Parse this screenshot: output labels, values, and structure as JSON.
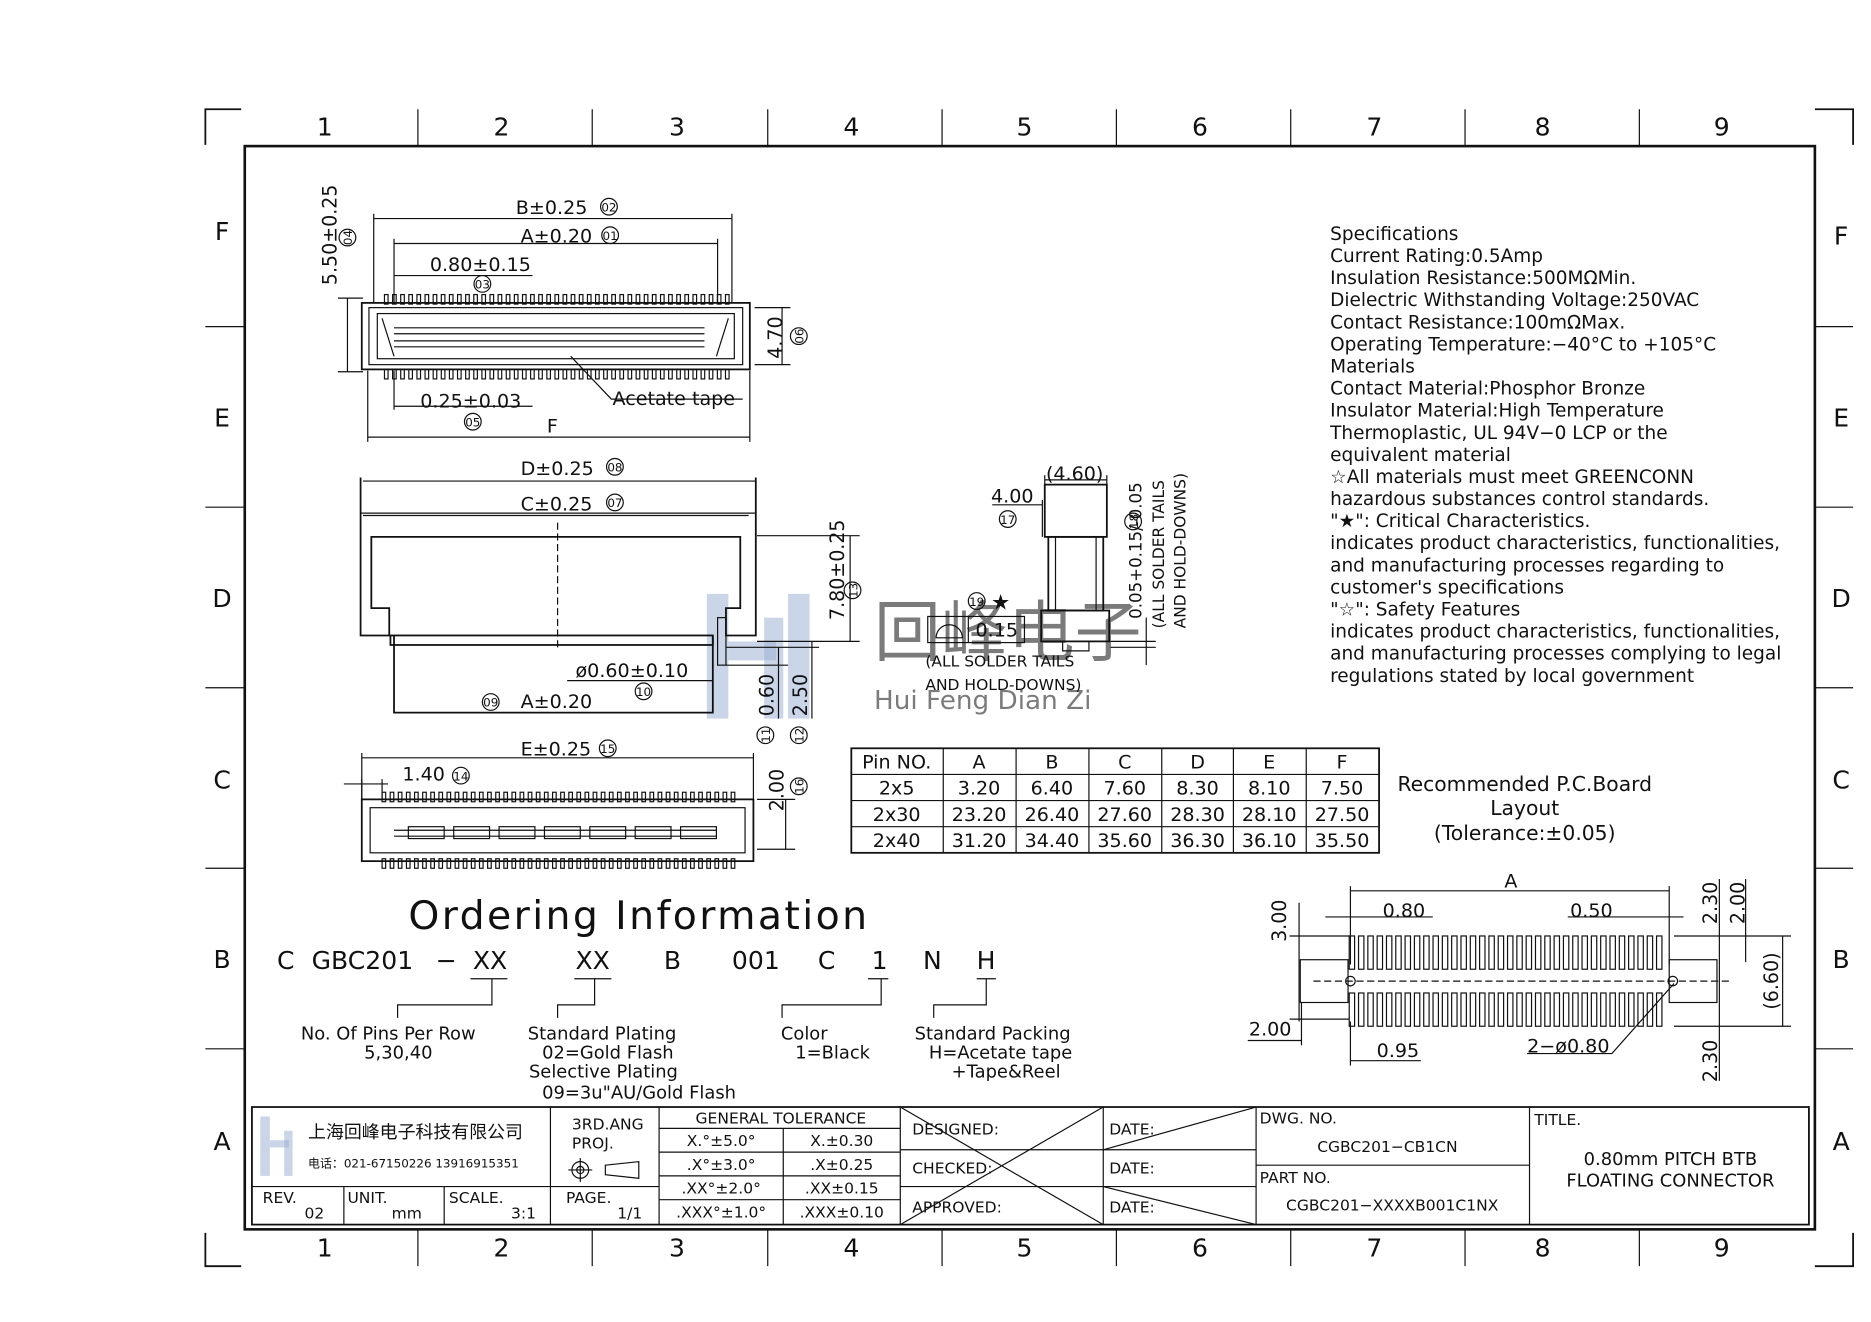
{
  "border": {
    "columns": [
      "1",
      "2",
      "3",
      "4",
      "5",
      "6",
      "7",
      "8",
      "9"
    ],
    "rows": [
      "F",
      "E",
      "D",
      "C",
      "B",
      "A"
    ]
  },
  "views": {
    "top": {
      "dim_b": "B±0.25",
      "ref_b": "02",
      "dim_a": "A±0.20",
      "ref_a": "01",
      "dim_pitch": "0.80±0.15",
      "ref_pitch": "03",
      "dim_height": "5.50±0.25",
      "ref_height": "04",
      "dim_width": "4.70",
      "ref_width": "06",
      "dim_tail": "0.25±0.03",
      "ref_tail": "05",
      "dim_f": "F",
      "label_tape": "Acetate tape"
    },
    "front": {
      "dim_d": "D±0.25",
      "ref_d": "08",
      "dim_c": "C±0.25",
      "ref_c": "07",
      "dim_height": "7.80±0.25",
      "ref_height": "13",
      "dim_peg": "ø0.60±0.10",
      "ref_peg": "10",
      "dim_a": "A±0.20",
      "ref_a": "09",
      "dim_060": "0.60",
      "ref_060": "11",
      "dim_250": "2.50",
      "ref_250": "12"
    },
    "bottom": {
      "dim_e": "E±0.25",
      "ref_e": "15",
      "dim_140": "1.40",
      "ref_140": "14",
      "dim_200": "2.00",
      "ref_200": "16"
    },
    "side": {
      "dim_460": "(4.60)",
      "dim_400": "4.00",
      "ref_400": "17",
      "dim_005": "0.05+0.15/-0.05",
      "ref_005": "18",
      "note_tails_v1": "(ALL SOLDER TAILS",
      "note_tails_v2": "AND HOLD-DOWNS)",
      "ref_19": "19",
      "flatness": "0.15",
      "note_tails_1": "(ALL SOLDER TAILS",
      "note_tails_2": "AND HOLD-DOWNS)"
    }
  },
  "specs": {
    "lines": [
      "Specifications",
      "Current  Rating:0.5Amp",
      "Insulation  Resistance:500MΩMin.",
      "Dielectric  Withstanding  Voltage:250VAC",
      "Contact  Resistance:100mΩMax.",
      "Operating  Temperature:−40°C  to  +105°C",
      "Materials",
      "Contact  Material:Phosphor  Bronze",
      "Insulator  Material:High  Temperature",
      "Thermoplastic,  UL  94V−0  LCP  or  the",
      "equivalent  material",
      "☆All  materials  must  meet  GREENCONN",
      "hazardous  substances  control  standards.",
      "\"★\":  Critical  Characteristics.",
      "indicates  product  characteristics,  functionalities,",
      "and  manufacturing  processes  regarding  to",
      "customer's  specifications",
      "\"☆\":  Safety  Features",
      "indicates  product  characteristics,  functionalities,",
      "and  manufacturing  processes  complying  to  legal",
      "regulations  stated  by  local  government"
    ]
  },
  "dimension_table": {
    "headers": [
      "Pin  NO.",
      "A",
      "B",
      "C",
      "D",
      "E",
      "F"
    ],
    "rows": [
      [
        "2x5",
        "3.20",
        "6.40",
        "7.60",
        "8.30",
        "8.10",
        "7.50"
      ],
      [
        "2x30",
        "23.20",
        "26.40",
        "27.60",
        "28.30",
        "28.10",
        "27.50"
      ],
      [
        "2x40",
        "31.20",
        "34.40",
        "35.60",
        "36.30",
        "36.10",
        "35.50"
      ]
    ]
  },
  "pcb_layout": {
    "title_1": "Recommended  P.C.Board",
    "title_2": "Layout",
    "tolerance": "(Tolerance:±0.05)",
    "dim_a": "A",
    "dim_080": "0.80",
    "dim_050": "0.50",
    "dim_300": "3.00",
    "dim_230_top": "2.30",
    "dim_200_top": "2.00",
    "dim_660": "(6.60)",
    "dim_200_left": "2.00",
    "dim_095": "0.95",
    "dim_hole": "2−ø0.80",
    "dim_230_bottom": "2.30"
  },
  "ordering": {
    "title": "Ordering  Information",
    "code_parts": [
      "C",
      "GBC201",
      "−",
      "XX",
      "XX",
      "B",
      "001",
      "C",
      "1",
      "N",
      "H"
    ],
    "pins_label": "No.  Of  Pins  Per  Row",
    "pins_values": "5,30,40",
    "plating_1": "Standard  Plating",
    "plating_2": "02=Gold  Flash",
    "plating_3": "Selective  Plating",
    "plating_4": "09=3u\"AU/Gold  Flash",
    "color_1": "Color",
    "color_2": "1=Black",
    "packing_1": "Standard  Packing",
    "packing_2": "H=Acetate  tape",
    "packing_3": "+Tape&Reel"
  },
  "title_block": {
    "company": "上海回峰电子科技有限公司",
    "phone": "电话：021-67150226  13916915351",
    "projection_1": "3RD.ANG",
    "projection_2": "PROJ.",
    "rev_label": "REV.",
    "rev_value": "02",
    "unit_label": "UNIT.",
    "unit_value": "mm",
    "scale_label": "SCALE.",
    "scale_value": "3:1",
    "page_label": "PAGE.",
    "page_value": "1/1",
    "tolerance_title": "GENERAL  TOLERANCE",
    "tolerance_rows": [
      [
        "X.°±5.0°",
        "X.±0.30"
      ],
      [
        ".X°±3.0°",
        ".X±0.25"
      ],
      [
        ".XX°±2.0°",
        ".XX±0.15"
      ],
      [
        ".XXX°±1.0°",
        ".XXX±0.10"
      ]
    ],
    "designed": "DESIGNED:",
    "checked": "CHECKED:",
    "approved": "APPROVED:",
    "date": "DATE:",
    "dwg_label": "DWG.  NO.",
    "dwg_value": "CGBC201−CB1CN",
    "part_label": "PART  NO.",
    "part_value": "CGBC201−XXXXB001C1NX",
    "title_label": "TITLE.",
    "title_1": "0.80mm  PITCH  BTB",
    "title_2": "FLOATING  CONNECTOR"
  },
  "watermark": {
    "mark": "hf",
    "cn": "回峰电子",
    "en": "Hui Feng Dian Zi"
  }
}
